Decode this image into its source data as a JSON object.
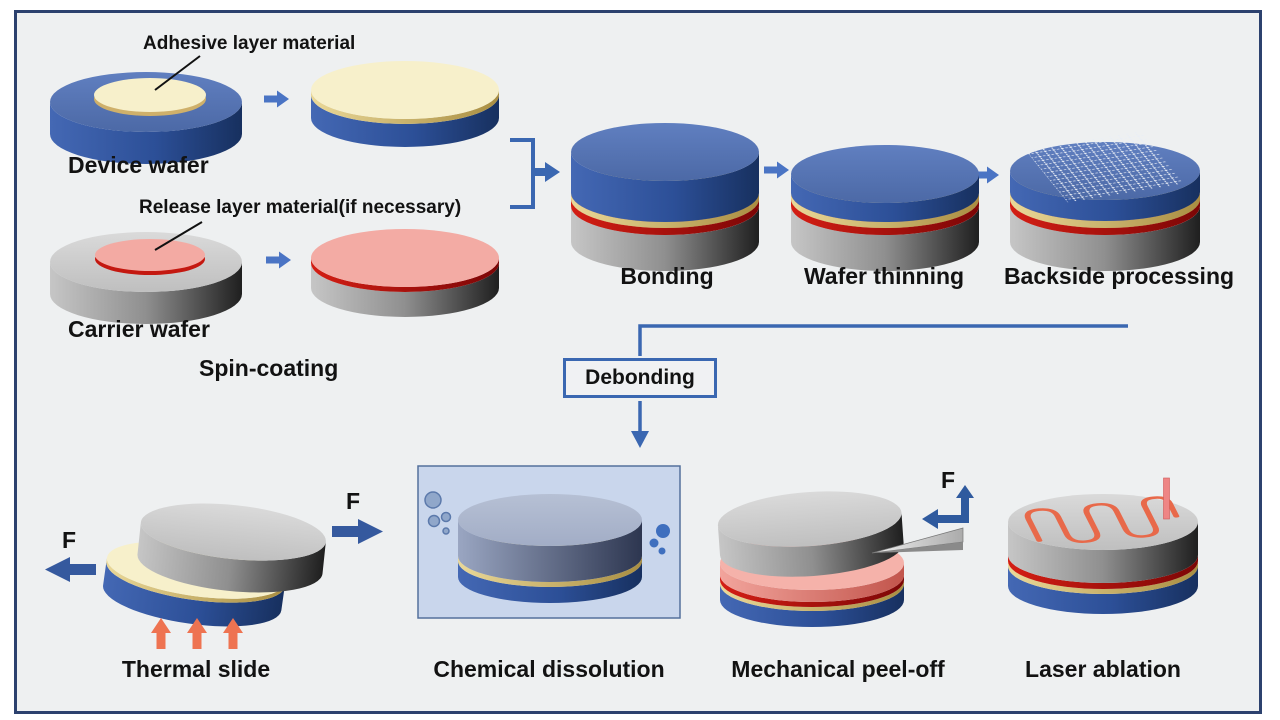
{
  "figure": {
    "preparation": {
      "adhesive_callout": "Adhesive layer material",
      "device_wafer": "Device wafer",
      "release_callout": "Release layer material(if necessary)",
      "carrier_wafer": "Carrier wafer",
      "spin_coating": "Spin-coating"
    },
    "process_steps": {
      "bonding": "Bonding",
      "wafer_thinning": "Wafer thinning",
      "backside_processing": "Backside processing"
    },
    "debonding": "Debonding",
    "force_label": "F",
    "debond_methods": {
      "thermal_slide": "Thermal slide",
      "chemical_dissolution": "Chemical dissolution",
      "mechanical_peel_off": "Mechanical peel-off",
      "laser_ablation": "Laser ablation"
    },
    "colors": {
      "frame_border": "#2c416e",
      "background": "#eef0f1",
      "device_wafer_blue": "#4a6cb0",
      "carrier_wafer_gray": "#b9b9b9",
      "adhesive_cream": "#f7f0cb",
      "release_pink": "#f3aaa3",
      "release_red": "#c41810",
      "flow_arrow_blue": "#4a74c4",
      "connector_blue": "#3a67b1",
      "force_arrow_blue": "#35599e",
      "heat_arrow_orange": "#ee7351",
      "solution_fill": "#c9d6ec",
      "laser_orange": "#e8694a",
      "laser_beam_pink": "#ee8585"
    }
  }
}
